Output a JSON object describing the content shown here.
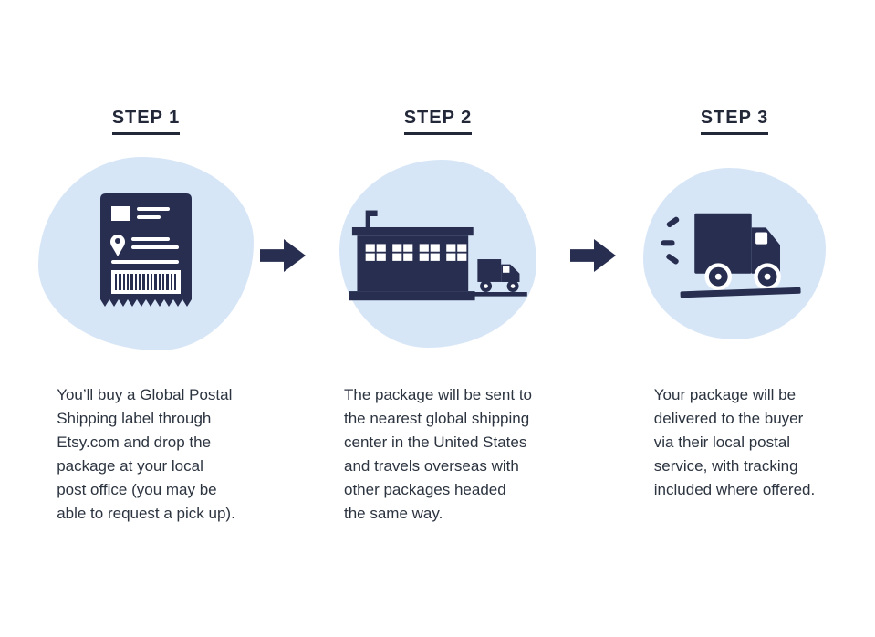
{
  "colors": {
    "bg": "#ffffff",
    "navy": "#272e50",
    "heading": "#232839",
    "text": "#2c3440",
    "blob": "#d7e6f7"
  },
  "steps": [
    {
      "label": "STEP 1",
      "icon": "shipping-label-icon",
      "description": "You’ll buy a Global Postal\nShipping label through\nEtsy.com and drop the\npackage at your local\npost office (you may be\nable to request a pick up)."
    },
    {
      "label": "STEP 2",
      "icon": "shipping-center-building-icon",
      "description": "The package will be sent to\nthe nearest global shipping\ncenter in the United States\nand travels overseas with\nother packages headed\nthe same way."
    },
    {
      "label": "STEP 3",
      "icon": "delivery-truck-icon",
      "description": "Your package will be\ndelivered to the buyer\nvia their local postal\nservice, with tracking\nincluded where offered."
    }
  ],
  "arrows": [
    {
      "icon": "arrow-right-icon"
    },
    {
      "icon": "arrow-right-icon"
    }
  ]
}
